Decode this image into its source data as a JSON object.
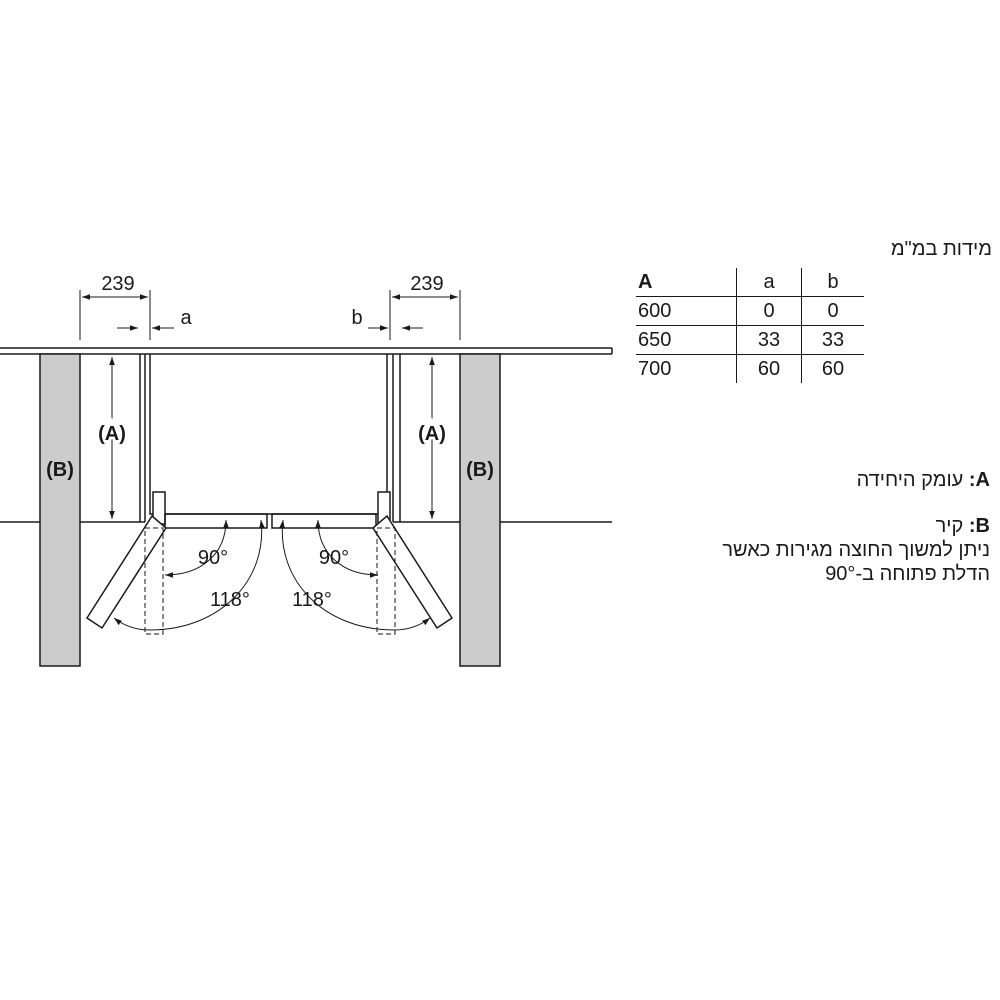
{
  "units_label": "מידות במ\"מ",
  "table": {
    "headers": [
      "A",
      "a",
      "b"
    ],
    "rows": [
      [
        "600",
        "0",
        "0"
      ],
      [
        "650",
        "33",
        "33"
      ],
      [
        "700",
        "60",
        "60"
      ]
    ]
  },
  "legend": {
    "a_key": "A:",
    "a_text": "עומק היחידה",
    "b_key": "B:",
    "b_text_line1": "קיר",
    "b_text_line2": "ניתן למשוך החוצה מגירות כאשר",
    "b_text_line3": "הדלת פתוחה ב-90°"
  },
  "diagram": {
    "dim_left": "239",
    "dim_right": "239",
    "gap_left": "a",
    "gap_right": "b",
    "depth_left": "(A)",
    "depth_right": "(A)",
    "wall_left": "(B)",
    "wall_right": "(B)",
    "angle_90_left": "90°",
    "angle_90_right": "90°",
    "angle_118_left": "118°",
    "angle_118_right": "118°"
  },
  "colors": {
    "wall_fill": "#cccccc",
    "line": "#1a1a1a"
  }
}
